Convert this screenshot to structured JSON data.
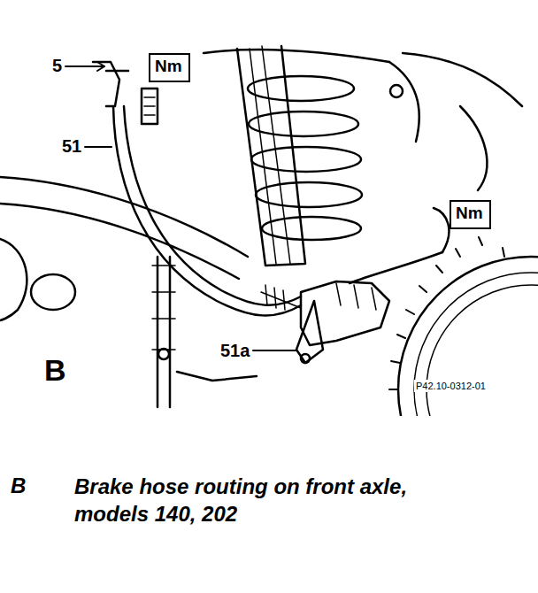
{
  "diagram": {
    "caption": "Brake hose routing on front axle, models 140, 202",
    "nodes": [
      {
        "text": [
          "Nm"
        ]
      },
      {
        "text": [
          "Nm"
        ]
      }
    ],
    "labels": [
      "5",
      "51",
      "51a",
      "B",
      "P42.10-0312-01",
      "B"
    ]
  }
}
